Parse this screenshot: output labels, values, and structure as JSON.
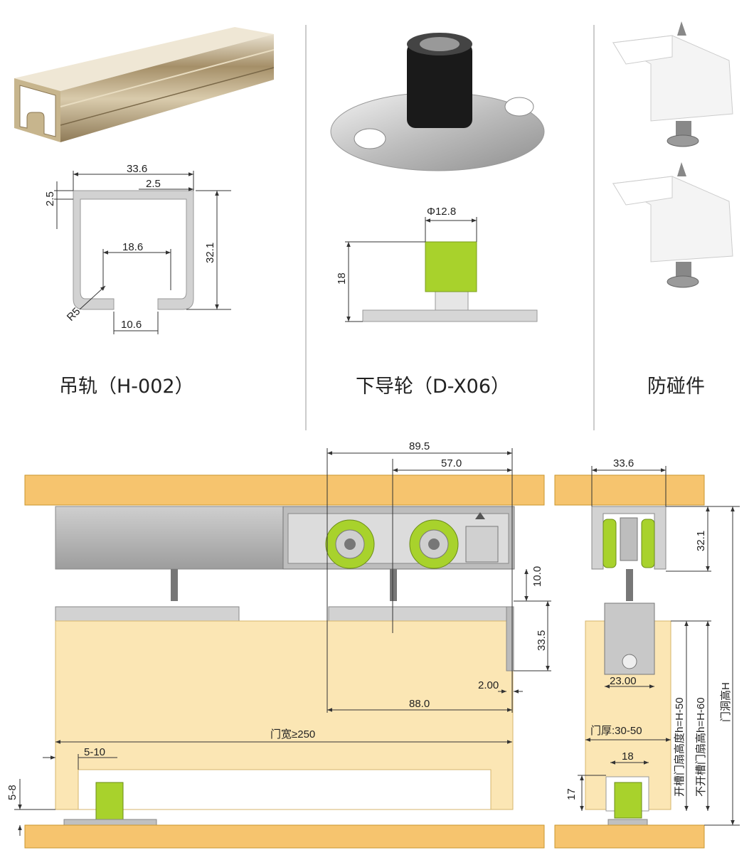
{
  "products": [
    {
      "caption": "吊轨（H-002）"
    },
    {
      "caption": "下导轮（D-X06）"
    },
    {
      "caption": "防碰件"
    }
  ],
  "rail_dims": {
    "width": "33.6",
    "wall": "2.5",
    "wall_side": "2.5",
    "height": "32.1",
    "inner": "18.6",
    "radius": "R5",
    "opening": "10.6"
  },
  "guide_dims": {
    "diameter": "Φ12.8",
    "height": "18"
  },
  "assembly_dims": {
    "total": "89.5",
    "wheel_span": "57.0",
    "gap": "10.0",
    "offset": "33.5",
    "clearance": "2.00",
    "plate": "88.0",
    "door_width": "门宽≥250",
    "bottom_inset": "5-10",
    "floor_gap": "5-8"
  },
  "side_dims": {
    "rail_width": "33.6",
    "rail_height": "32.1",
    "bracket": "23.00",
    "door_thickness": "门厚:30-50",
    "groove": "18",
    "groove_height": "17",
    "grooved_height": "开槽门扇高度h=H-50",
    "ungrooved_height": "不开槽门扇高h=H-60",
    "opening_height": "门洞高H"
  },
  "colors": {
    "wood": "#f6c46e",
    "door": "#fbe6b4",
    "green": "#a8d22c",
    "metal": "#c8c8c8",
    "rail": "#b9a27a"
  }
}
